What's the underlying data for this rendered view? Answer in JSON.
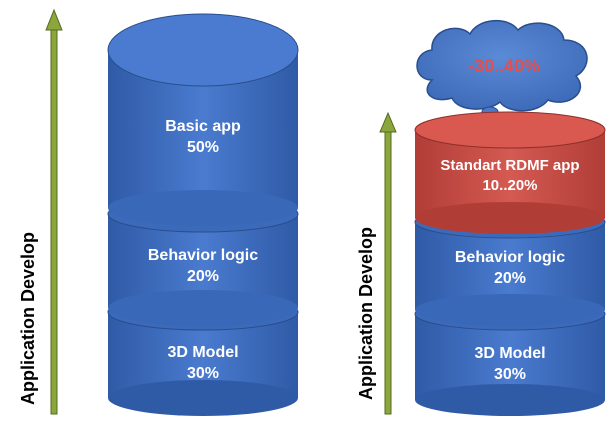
{
  "colors": {
    "blue": "#3d6cc0",
    "blue_dark": "#2a4e8c",
    "blue_top": "#4b7bd0",
    "red": "#c54a44",
    "red_dark": "#8d2f2b",
    "red_top": "#d9584f",
    "arrow": "#8aa63c",
    "cloud": "#4a7bc8"
  },
  "left_stack": {
    "axis_label": "Application Develop",
    "segments": [
      {
        "line1": "Basic app",
        "line2": "50%"
      },
      {
        "line1": "Behavior logic",
        "line2": "20%"
      },
      {
        "line1": "3D Model",
        "line2": "30%"
      }
    ]
  },
  "right_stack": {
    "axis_label": "Application Develop",
    "cloud_text": "-30..40%",
    "segments": [
      {
        "line1": "Standart RDMF app",
        "line2": "10..20%"
      },
      {
        "line1": "Behavior logic",
        "line2": "20%"
      },
      {
        "line1": "3D Model",
        "line2": "30%"
      }
    ]
  }
}
